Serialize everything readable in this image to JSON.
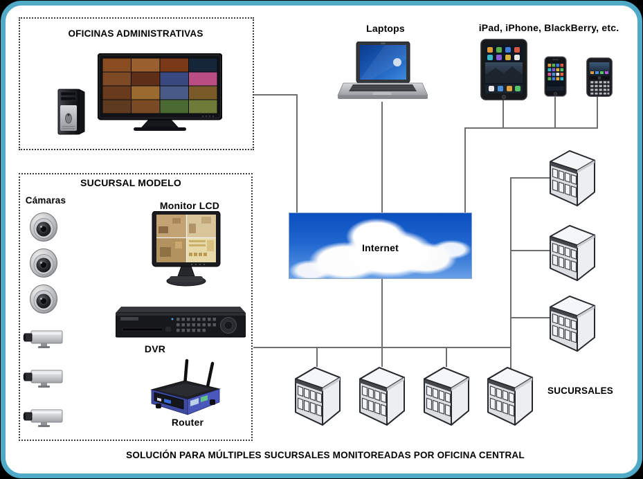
{
  "caption": "SOLUCIÓN PARA MÚLTIPLES SUCURSALES MONITOREADAS POR OFICINA CENTRAL",
  "admin_office": {
    "title": "OFICINAS ADMINISTRATIVAS"
  },
  "branch_model": {
    "title": "SUCURSAL MODELO",
    "cameras_label": "Cámaras",
    "monitor_label": "Monitor LCD",
    "dvr_label": "DVR",
    "router_label": "Router"
  },
  "remote_access": {
    "laptops_label": "Laptops",
    "mobile_label": "iPad, iPhone, BlackBerry, etc."
  },
  "cloud": {
    "label": "Internet"
  },
  "branches": {
    "label": "SUCURSALES"
  },
  "colors": {
    "frame": "#4FA9C7",
    "line": "#6E6E6E",
    "text": "#000000",
    "cloud_blue": "#0A4FC0"
  }
}
